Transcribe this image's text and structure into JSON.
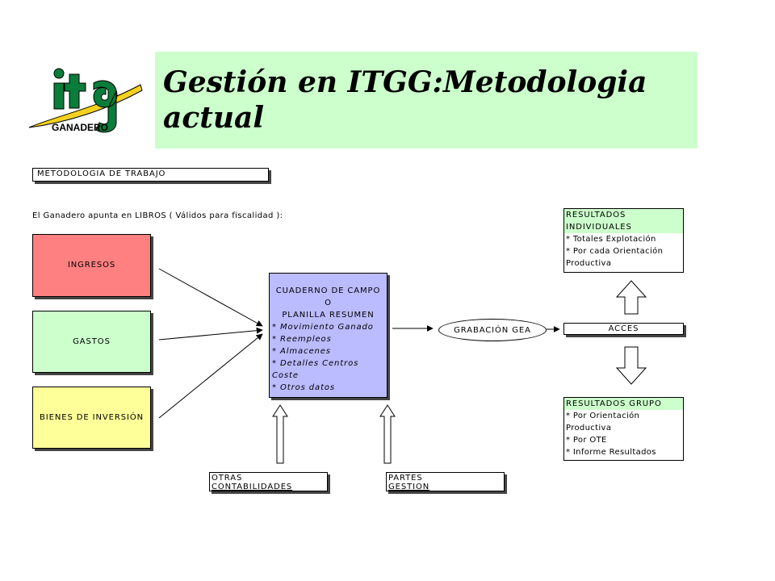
{
  "header": {
    "title": "Gestión en ITGG:Metodologia actual",
    "logo_text_main": "itg",
    "logo_text_sub": "GANADERO",
    "banner_color": "#ccffcc"
  },
  "diagram": {
    "method_box": "METODOLOGIA DE TRABAJO",
    "intro_text": "El Ganadero apunta en LIBROS ( Válidos para fiscalidad ):",
    "inputs": {
      "ingresos": "INGRESOS",
      "gastos": "GASTOS",
      "bienes": "BIENES DE INVERSIÓN"
    },
    "cuaderno": {
      "title_1": "CUADERNO DE CAMPO",
      "title_2": "O",
      "title_3": "PLANILLA RESUMEN",
      "items": [
        "* Movimiento Ganado",
        "* Reempleos",
        "* Almacenes",
        "* Detalles Centros Coste",
        "* Otros datos"
      ]
    },
    "grabacion": "GRABACIÓN GEA",
    "acces": "ACCES",
    "resultados_individuales": {
      "heading_1": "RESULTADOS",
      "heading_2": "INDIVIDUALES",
      "items": [
        "* Totales Explotación",
        "* Por cada Orientación",
        "  Productiva"
      ]
    },
    "resultados_grupo": {
      "heading": "RESULTADOS GRUPO",
      "items": [
        "* Por Orientación",
        "  Productiva",
        "* Por OTE",
        "* Informe Resultados"
      ]
    },
    "bottom_inputs": {
      "otras_1": "OTRAS",
      "otras_2": "CONTABILIDADES",
      "partes_1": "PARTES",
      "partes_2": "GESTION"
    }
  },
  "colors": {
    "ingresos": "#ff8080",
    "gastos": "#ccffcc",
    "bienes": "#ffff99",
    "cuaderno": "#bbbbff",
    "logo_yellow": "#f5d21e",
    "logo_green": "#0a7d3a"
  }
}
